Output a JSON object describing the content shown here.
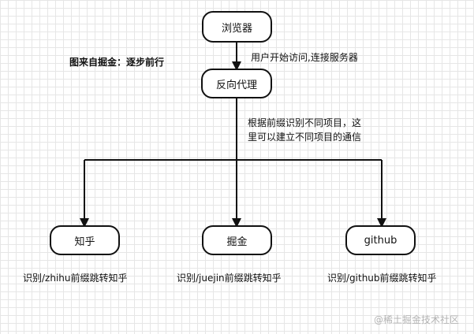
{
  "title": "图来自掘金：逐步前行",
  "nodes": {
    "browser": "浏览器",
    "proxy": "反向代理",
    "zhihu": "知乎",
    "juejin": "掘金",
    "github": "github"
  },
  "edge_labels": {
    "browser_to_proxy": "用户开始访问,连接服务器",
    "proxy_note_line1": "根据前缀识别不同项目，这",
    "proxy_note_line2": "里可以建立不同项目的通信"
  },
  "captions": {
    "zhihu": "识别/zhihu前缀跳转知乎",
    "juejin": "识别/juejin前缀跳转知乎",
    "github": "识别/github前缀跳转知乎"
  },
  "watermark": "@稀土掘金技术社区"
}
